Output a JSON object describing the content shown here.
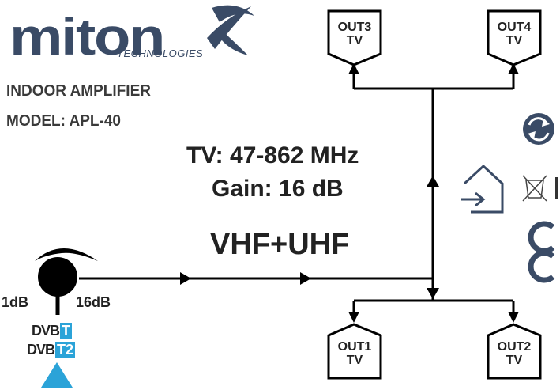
{
  "brand": {
    "name": "miton",
    "subtitle": "TECHNOLOGIES"
  },
  "product": {
    "type": "INDOOR AMPLIFIER",
    "model": "MODEL: APL-40"
  },
  "specs": {
    "frequency": "TV: 47-862 MHz",
    "gain": "Gain: 16 dB",
    "bands": "VHF+UHF"
  },
  "knob": {
    "min_label": "1dB",
    "max_label": "16dB"
  },
  "dvb": {
    "prefix": "DVB",
    "standard_1": "T",
    "standard_2": "T2"
  },
  "outputs": [
    {
      "name": "OUT1",
      "type": "TV"
    },
    {
      "name": "OUT2",
      "type": "TV"
    },
    {
      "name": "OUT3",
      "type": "TV"
    },
    {
      "name": "OUT4",
      "type": "TV"
    }
  ],
  "colors": {
    "brand": "#3a4b66",
    "dvb_accent": "#2ba3d8",
    "line": "#000000"
  },
  "icons": [
    "recycle-icon",
    "indoor-use-icon",
    "weee-icon",
    "ce-mark-icon",
    "antenna-input-triangle-icon",
    "gain-knob-icon"
  ]
}
